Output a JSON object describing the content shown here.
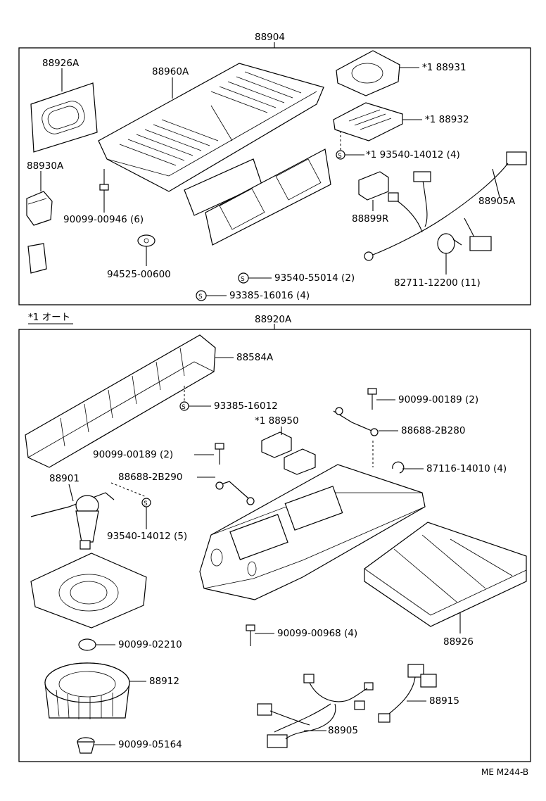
{
  "drawing_code": "ME M244-B",
  "upper_section": {
    "assembly": "88904",
    "labels": {
      "88926A": "88926A",
      "88960A": "88960A",
      "88930A": "88930A",
      "c88931": "*1  88931",
      "c88932": "*1  88932",
      "c93540_14012_4": "*1  93540-14012 (4)",
      "90099_00946": "90099-00946 (6)",
      "88899R": "88899R",
      "88905A": "88905A",
      "94525_00600": "94525-00600",
      "93540_55014": "93540-55014 (2)",
      "82711_12200": "82711-12200 (11)",
      "93385_16016": "93385-16016 (4)"
    }
  },
  "lower_section": {
    "note": "*1  オート",
    "assembly": "88920A",
    "labels": {
      "88584A": "88584A",
      "93385_16012": "93385-16012",
      "90099_00189_right": "90099-00189 (2)",
      "c88950": "*1  88950",
      "88688_2B280": "88688-2B280",
      "90099_00189_left": "90099-00189 (2)",
      "88688_2B290": "88688-2B290",
      "87116_14010": "87116-14010 (4)",
      "88901": "88901",
      "93540_14012_5": "93540-14012 (5)",
      "90099_00968": "90099-00968 (4)",
      "88926": "88926",
      "90099_02210": "90099-02210",
      "88912": "88912",
      "88915": "88915",
      "88905": "88905",
      "90099_05164": "90099-05164"
    }
  }
}
